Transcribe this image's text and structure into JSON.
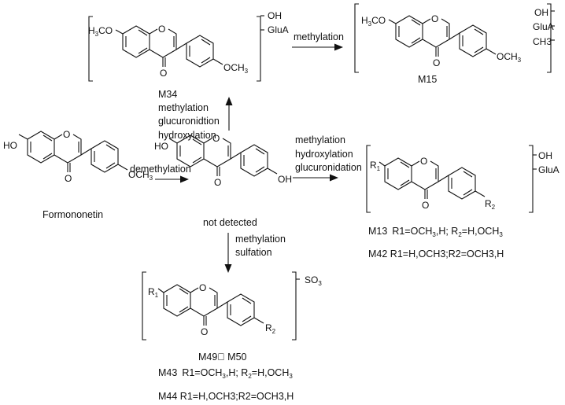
{
  "compounds": {
    "formononetin": {
      "name": "Formononetin",
      "subst_left": "HO",
      "subst_right": "OCH",
      "subst_right_sub": "3"
    },
    "demethylated": {
      "subst_left": "HO",
      "subst_right": "OH",
      "note": "not detected"
    },
    "m34": {
      "name": "M34",
      "subst_left": "H",
      "subst_left_sub": "3",
      "subst_left_tail": "CO",
      "subst_right": "OCH",
      "subst_right_sub": "3",
      "conj": [
        "OH",
        "GluA"
      ]
    },
    "m15": {
      "name": "M15",
      "subst_left": "H",
      "subst_left_sub": "3",
      "subst_left_tail": "CO",
      "subst_right": "OCH",
      "subst_right_sub": "3",
      "conj": [
        "OH",
        "GluA",
        "CH3"
      ]
    },
    "m13_m42": {
      "r1": "R",
      "r1_sub": "1",
      "r2": "R",
      "r2_sub": "2",
      "conj": [
        "OH",
        "GluA"
      ],
      "line1": {
        "id": "M13",
        "a": "R1=OCH",
        "a_sub": "3",
        "b": ",H; R",
        "b_sub": "2",
        "c": "=H,OCH",
        "c_sub": "3"
      },
      "line2": "M42  R1=H,OCH3;R2=OCH3,H"
    },
    "m49_m50": {
      "r1": "R",
      "r1_sub": "1",
      "r2": "R",
      "r2_sub": "2",
      "conj": "SO",
      "conj_sub": "3",
      "ids": "M49\u0000  M50",
      "line1": {
        "id": "M43",
        "a": "R1=OCH",
        "a_sub": "3",
        "b": ",H; R",
        "b_sub": "2",
        "c": "=H,OCH",
        "c_sub": "3"
      },
      "line2": "M44  R1=H,OCH3;R2=OCH3,H"
    }
  },
  "arrows": {
    "demethylation": {
      "label": [
        "demethylation"
      ]
    },
    "to_m34": {
      "label": [
        "methylation",
        "glucuronidtion",
        "hydroxylation"
      ]
    },
    "m34_to_m15": {
      "label": [
        "methylation"
      ]
    },
    "to_m13": {
      "label": [
        "methylation",
        "hydroxylation",
        "glucuronidation"
      ]
    },
    "to_m49": {
      "label": [
        "methylation",
        "sulfation"
      ]
    }
  },
  "ring_atoms": {
    "oxygen": "O",
    "carbonyl": "O"
  }
}
